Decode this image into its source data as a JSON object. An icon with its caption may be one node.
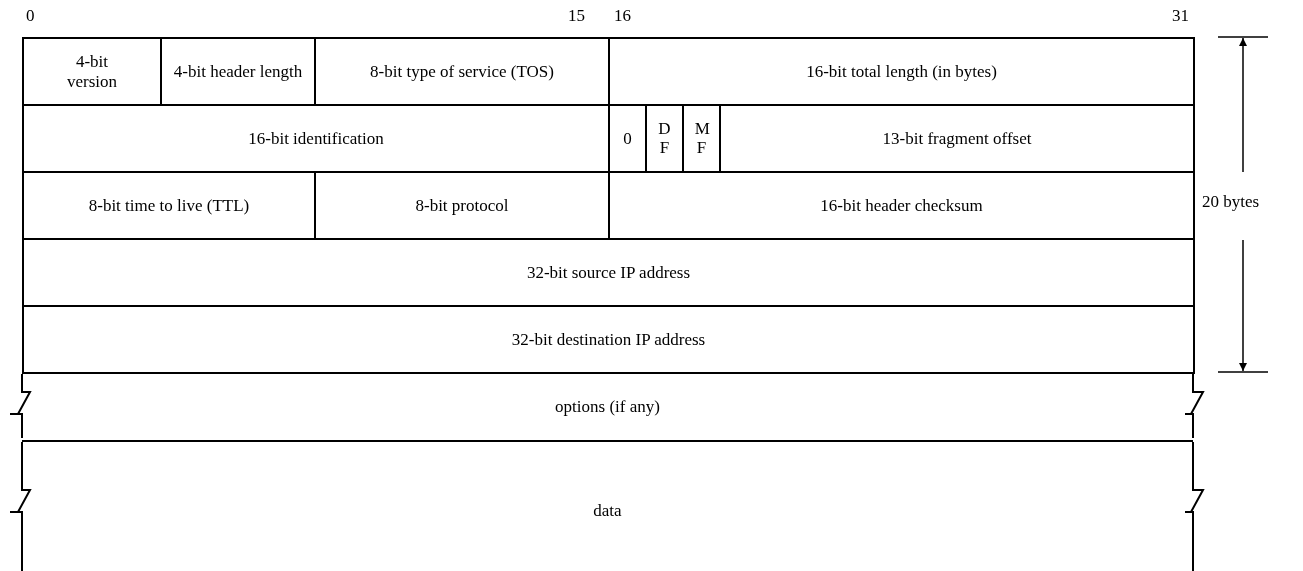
{
  "diagram": {
    "nodes": [
      {
        "text": [
          "4-bit version"
        ]
      },
      {
        "text": [
          "4-bit header length"
        ]
      },
      {
        "text": [
          "8-bit type of service (TOS)"
        ]
      },
      {
        "text": [
          "16-bit total length (in bytes)"
        ]
      },
      {
        "text": [
          "16-bit identification"
        ]
      },
      {
        "text": [
          "0"
        ]
      },
      {
        "text": [
          "D F"
        ]
      },
      {
        "text": [
          "M F"
        ]
      },
      {
        "text": [
          "13-bit fragment offset"
        ]
      },
      {
        "text": [
          "8-bit time to live (TTL)"
        ]
      },
      {
        "text": [
          "8-bit protocol"
        ]
      },
      {
        "text": [
          "16-bit header checksum"
        ]
      },
      {
        "text": [
          "32-bit source IP address"
        ]
      },
      {
        "text": [
          "32-bit destination IP address"
        ]
      },
      {
        "text": [
          "options (if any)"
        ]
      },
      {
        "text": [
          "data"
        ]
      }
    ],
    "labels": [
      "0",
      "15",
      "16",
      "31",
      "20 bytes"
    ]
  }
}
